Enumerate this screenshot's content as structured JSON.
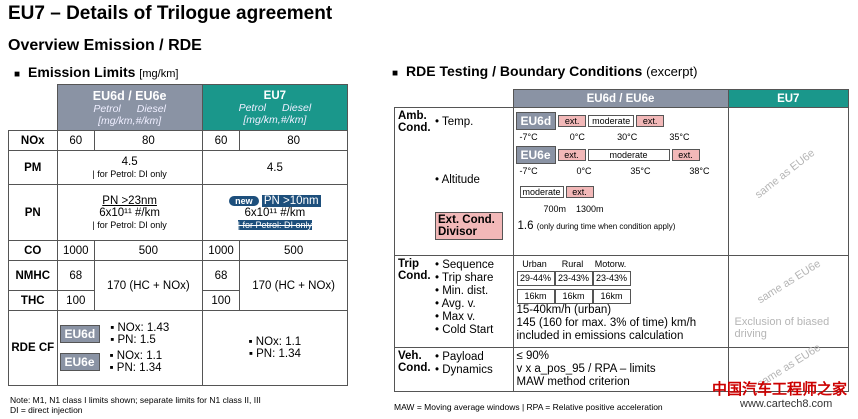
{
  "title": "EU7 – Details of Trilogue agreement",
  "subtitle": "Overview Emission / RDE",
  "emission": {
    "heading": "Emission Limits",
    "unit": "[mg/km]",
    "col_eu6": "EU6d / EU6e",
    "col_eu7": "EU7",
    "petrol": "Petrol",
    "diesel": "Diesel",
    "units": "[mg/km,#/km]",
    "rows": {
      "nox": {
        "label": "NOx",
        "eu6_petrol": "60",
        "eu6_diesel": "80",
        "eu7_petrol": "60",
        "eu7_diesel": "80"
      },
      "pm": {
        "label": "PM",
        "eu6": "4.5",
        "eu6_note": "| for Petrol: DI only",
        "eu7": "4.5"
      },
      "pn": {
        "label": "PN",
        "eu6_a": "PN >23nm",
        "eu6_b": "6x10¹¹ #/km",
        "eu6_note": "| for Petrol: DI only",
        "new": "new",
        "eu7_a": "PN >10nm",
        "eu7_b": "6x10¹¹ #/km",
        "eu7_note": "| for Petrol: DI only"
      },
      "co": {
        "label": "CO",
        "eu6_petrol": "1000",
        "eu6_diesel": "500",
        "eu7_petrol": "1000",
        "eu7_diesel": "500"
      },
      "nmhc": {
        "label": "NMHC",
        "eu6_petrol": "68",
        "eu6_diesel": "170 (HC + NOx)",
        "eu7_petrol": "68",
        "eu7_diesel": "170 (HC + NOx)"
      },
      "thc": {
        "label": "THC",
        "eu6_petrol": "100",
        "eu7_petrol": "100"
      },
      "rde": {
        "label": "RDE CF",
        "tag6d": "EU6d",
        "d_nox": "▪ NOx: 1.43",
        "d_pn": "▪ PN: 1.5",
        "tag6e": "EU6e",
        "e_nox": "▪ NOx: 1.1",
        "e_pn": "▪ PN: 1.34",
        "eu7_nox": "▪ NOx: 1.1",
        "eu7_pn": "▪ PN: 1.34"
      }
    },
    "note1": "Note: M1, N1 class I limits shown; separate limits for N1 class II, III",
    "note2": "DI = direct injection"
  },
  "rde": {
    "heading": "RDE Testing / Boundary Conditions",
    "excerpt": "(excerpt)",
    "col_eu6": "EU6d / EU6e",
    "col_eu7": "EU7",
    "amb": {
      "label": "Amb. Cond.",
      "temp": "• Temp.",
      "alt": "• Altitude",
      "tag6d": "EU6d",
      "tag6e": "EU6e",
      "ext": "ext.",
      "moderate": "moderate",
      "d_ticks": [
        "-7°C",
        "0°C",
        "30°C",
        "35°C"
      ],
      "e_ticks": [
        "-7°C",
        "0°C",
        "35°C",
        "38°C"
      ],
      "alt_ticks": [
        "700m",
        "1300m"
      ],
      "divisor": "Ext. Cond. Divisor",
      "divisor_val": "1.6",
      "divisor_note": "(only during time when condition apply)",
      "eu7": "same as EU6e"
    },
    "trip": {
      "label": "Trip Cond.",
      "items": [
        "• Sequence",
        "• Trip share",
        "• Min. dist.",
        "• Avg. v.",
        "• Max v.",
        "• Cold Start"
      ],
      "seg": [
        "Urban",
        "Rural",
        "Motorw."
      ],
      "share": [
        "29-44%",
        "23-43%",
        "23-43%"
      ],
      "dist": [
        "16km",
        "16km",
        "16km"
      ],
      "avg": "15-40km/h (urban)",
      "max": "145 (160 for max. 3% of time) km/h",
      "cold": "included in emissions calculation",
      "eu7": "same as EU6e",
      "eu7_note": "Exclusion of biased driving"
    },
    "veh": {
      "label": "Veh. Cond.",
      "payload": "• Payload",
      "dynamics": "• Dynamics",
      "payload_val": "≤ 90%",
      "dyn_val": "v x a_pos_95 / RPA – limits",
      "dyn_val2": "MAW method criterion",
      "eu7": "same as EU6e"
    },
    "footnote": "MAW = Moving average windows | RPA = Relative positive acceleration"
  },
  "watermark1": "中国汽车工程师之家",
  "watermark2": "www.cartech8.com"
}
